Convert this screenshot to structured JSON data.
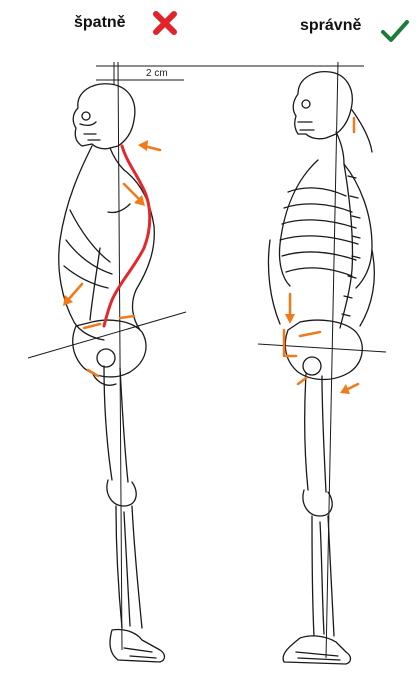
{
  "labels": {
    "wrong": "špatně",
    "right": "správně",
    "measure": "2 cm"
  },
  "icons": {
    "wrong_mark": "cross-icon",
    "right_mark": "check-icon"
  },
  "colors": {
    "wrong_mark": "#e0242a",
    "right_mark": "#1f7a3a",
    "spine_highlight": "#e3272b",
    "arrow": "#f07a1a",
    "outline": "#1a1a1a"
  }
}
